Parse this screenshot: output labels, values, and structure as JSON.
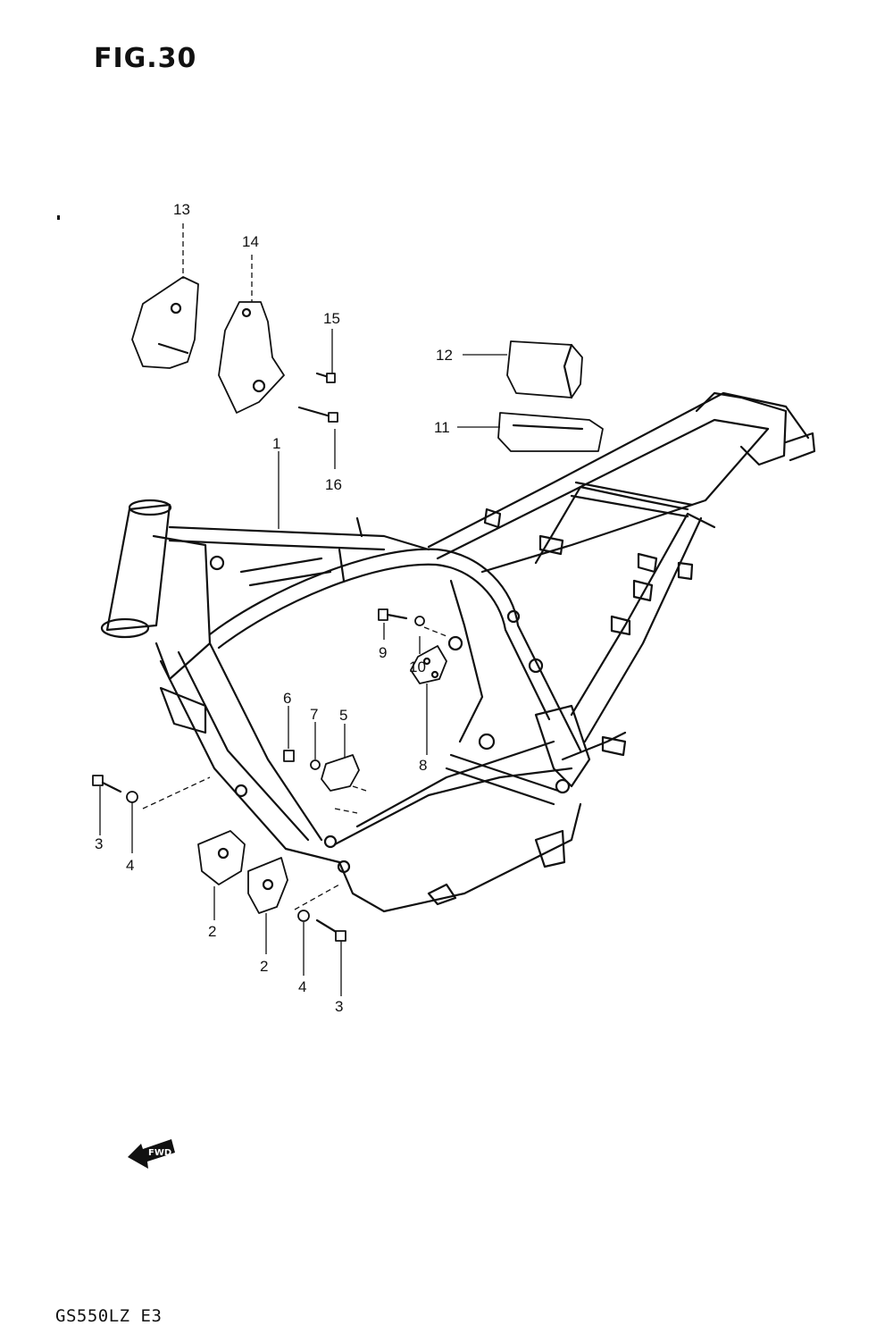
{
  "figure": {
    "title": "FIG.30",
    "model_code": "GS550LZ E3"
  },
  "callouts": [
    "1",
    "2",
    "2",
    "3",
    "3",
    "4",
    "4",
    "5",
    "6",
    "7",
    "8",
    "9",
    "10",
    "11",
    "12",
    "13",
    "14",
    "15",
    "16"
  ],
  "fwd_arrow": {
    "label": "FWD",
    "icon": "fwd-arrow-icon"
  }
}
